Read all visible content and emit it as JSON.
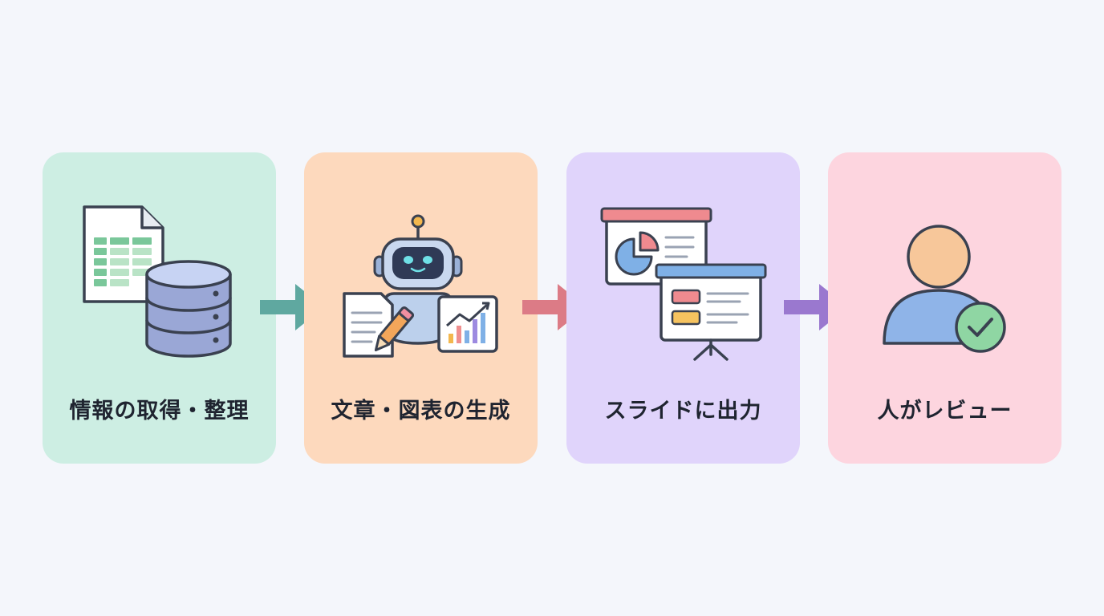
{
  "steps": [
    {
      "label": "情報の取得・整理",
      "color": "#cdeee3",
      "icon": "spreadsheet-database-icon"
    },
    {
      "label": "文章・図表の生成",
      "color": "#fdd9bd",
      "icon": "ai-robot-icon"
    },
    {
      "label": "スライドに出力",
      "color": "#e0d4fb",
      "icon": "presentation-boards-icon"
    },
    {
      "label": "人がレビュー",
      "color": "#fdd5df",
      "icon": "user-check-icon"
    }
  ],
  "arrows": [
    {
      "color": "#5fa8a0"
    },
    {
      "color": "#dc7b86"
    },
    {
      "color": "#9a78cf"
    }
  ]
}
